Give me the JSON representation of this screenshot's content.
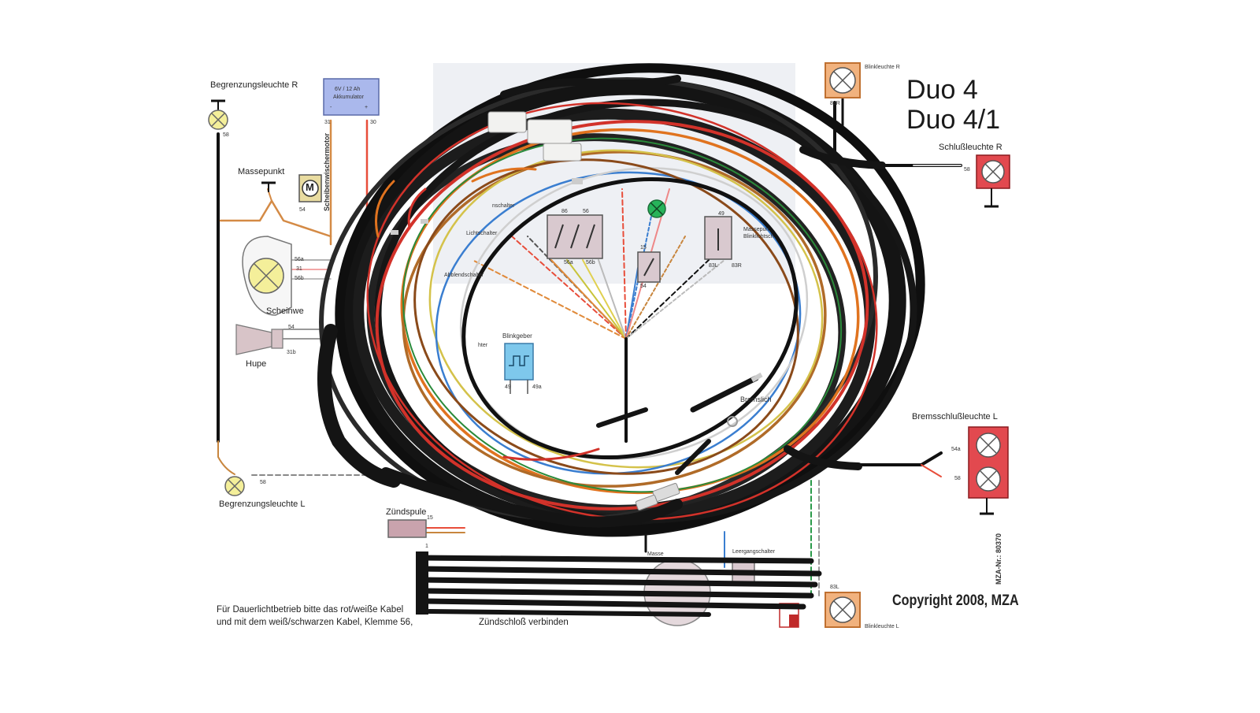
{
  "title": {
    "line1": "Duo 4",
    "line2": "Duo 4/1"
  },
  "copyright": "Copyright 2008, MZA",
  "part_number": "MZA-Nr.: 80370",
  "footnote": {
    "line1": "Für Dauerlichtbetrieb bitte das rot/weiße Kabel",
    "line2": "und mit dem weiß/schwarzen Kabel, Klemme 56,",
    "line2_end": "Zündschloß verbinden"
  },
  "labels": {
    "begrenzung_r": "Begrenzungsleuchte R",
    "begrenzung_l": "Begrenzungsleuchte L",
    "akku_line1": "6V / 12 Ah",
    "akku_line2": "Akkumulator",
    "akku_minus": "-",
    "akku_plus": "+",
    "massepunkt": "Massepunkt",
    "wischer": "Scheibenwischermotor",
    "motor_symbol": "M",
    "scheinwerfer": "Scheinwe",
    "hupe": "Hupe",
    "zuendspule": "Zündspule",
    "blinkgeber": "Blinkgeber",
    "blinkleuchte_r": "Blinkleuchte R",
    "blinkleuchte_l": "Blinkleuchte L",
    "schlussleuchte_r": "Schlußleuchte R",
    "bremsschluss_l": "Bremsschlußleuchte L",
    "bremslicht": "Bremslich",
    "masse_blink_1": "Massepun",
    "masse_blink_2": "Blinklichtsch",
    "masse": "Masse",
    "leergang": "Leergangschalter",
    "schalter_a": "Abblendschalter",
    "schalter_b": "Lichtschalter",
    "schalter_c": "hter",
    "schalter_d": "nschalter"
  },
  "terminals": {
    "t58": "58",
    "t31": "31",
    "t30": "30",
    "t54": "54",
    "t56a": "56a",
    "t56b": "56b",
    "t31b": "31b",
    "t15": "15",
    "t49": "49",
    "t49a": "49a",
    "t83r": "83R",
    "t83l": "83L",
    "t54a": "54a",
    "t86": "86",
    "t56": "56",
    "t1": "1"
  },
  "colors": {
    "battery_fill": "#aab8ec",
    "blinker_fill": "#7ec8ec",
    "blinklamp_fill": "#f1b27e",
    "taillamp_fill": "#e2494f",
    "indicator_green": "#27b35a",
    "coil_fill": "#c9a3ad",
    "cable_black": "#141414",
    "wire_orange": "#e0731f",
    "wire_red": "#d2322a",
    "wire_brown": "#b06b28"
  }
}
